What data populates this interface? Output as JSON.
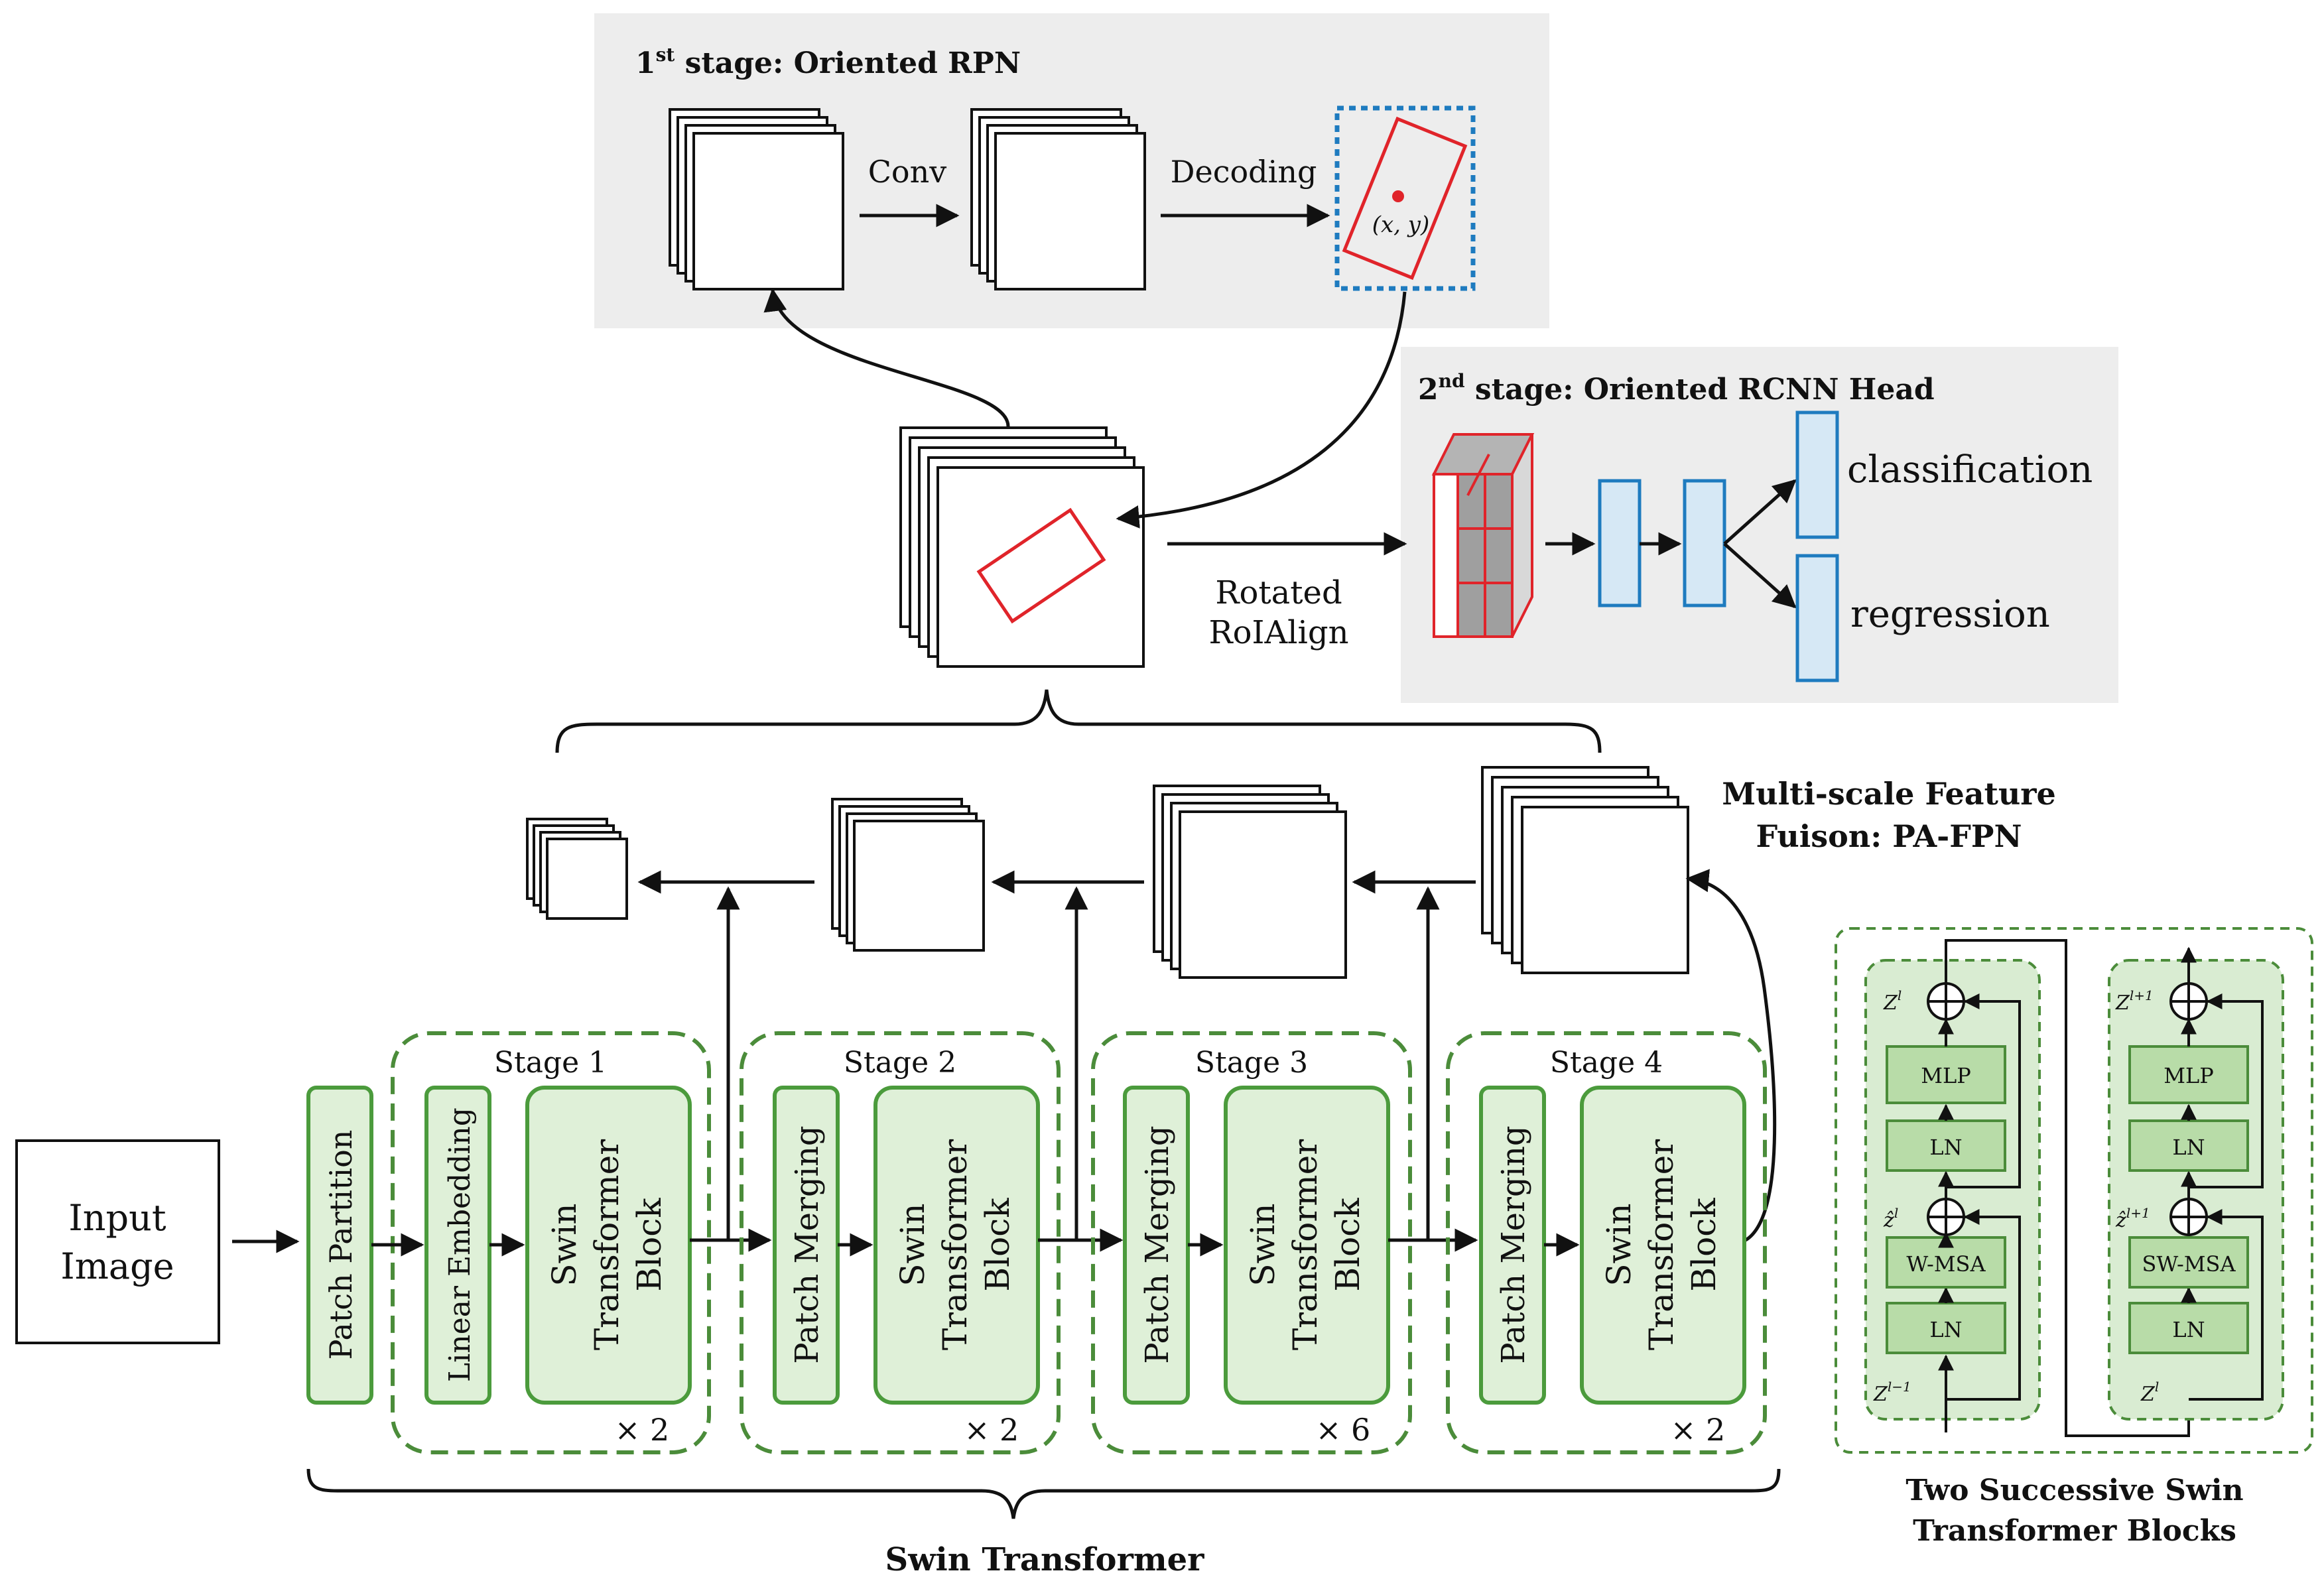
{
  "colors": {
    "panel_bg": "#ededed",
    "green_stroke": "#4b9b3c",
    "green_fill": "#dff0d8",
    "green_dashed": "#4b8c3a",
    "red": "#e0242a",
    "blue_stroke": "#1e7bbf",
    "blue_fill": "#d6e8f5",
    "text": "#111111"
  },
  "stage1_rpn": {
    "title_prefix": "1",
    "title_sup": "st",
    "title_rest": " stage: Oriented RPN",
    "conv_label": "Conv",
    "decoding_label": "Decoding",
    "point_label": "(x, y)"
  },
  "stage2_rcnn": {
    "title_prefix": "2",
    "title_sup": "nd",
    "title_rest": " stage: Oriented RCNN Head",
    "classification_label": "classification",
    "regression_label": "regression"
  },
  "roi": {
    "label_line1": "Rotated",
    "label_line2": "RoIAlign"
  },
  "fpn": {
    "label_line1": "Multi-scale Feature",
    "label_line2": "Fuison: PA-FPN"
  },
  "input": {
    "line1": "Input",
    "line2": "Image"
  },
  "swin": {
    "patch_partition": "Patch Partition",
    "caption": "Swin Transformer",
    "stages": [
      {
        "label": "Stage 1",
        "first_block": "Linear Embedding",
        "block_line1": "Swin",
        "block_line2": "Transformer",
        "block_line3": "Block",
        "repeat": "× 2"
      },
      {
        "label": "Stage 2",
        "first_block": "Patch Merging",
        "block_line1": "Swin",
        "block_line2": "Transformer",
        "block_line3": "Block",
        "repeat": "× 2"
      },
      {
        "label": "Stage 3",
        "first_block": "Patch Merging",
        "block_line1": "Swin",
        "block_line2": "Transformer",
        "block_line3": "Block",
        "repeat": "× 6"
      },
      {
        "label": "Stage 4",
        "first_block": "Patch Merging",
        "block_line1": "Swin",
        "block_line2": "Transformer",
        "block_line3": "Block",
        "repeat": "× 2"
      }
    ]
  },
  "blocks_detail": {
    "caption_line1": "Two Successive Swin",
    "caption_line2": "Transformer Blocks",
    "left": {
      "mlp": "MLP",
      "ln_top": "LN",
      "msa": "W-MSA",
      "ln_bottom": "LN",
      "z_out": "Z",
      "z_out_sup": "l",
      "z_mid": "ẑ",
      "z_mid_sup": "l",
      "z_in": "Z",
      "z_in_sup": "l−1"
    },
    "right": {
      "mlp": "MLP",
      "ln_top": "LN",
      "msa": "SW-MSA",
      "ln_bottom": "LN",
      "z_out": "Z",
      "z_out_sup": "l+1",
      "z_mid": "ẑ",
      "z_mid_sup": "l+1",
      "z_in": "Z",
      "z_in_sup": "l"
    }
  }
}
